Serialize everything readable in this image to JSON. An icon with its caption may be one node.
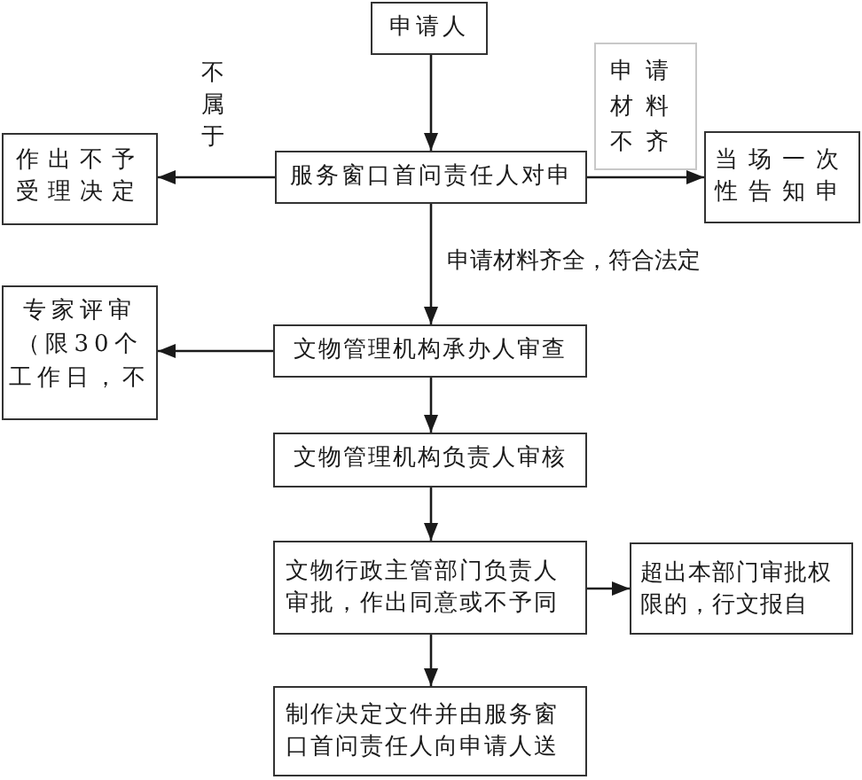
{
  "diagram": {
    "nodes": [
      {
        "text": [
          "申请人"
        ]
      },
      {
        "text": [
          "服务窗口首问责任人对申"
        ]
      },
      {
        "text": [
          "作出不予受理决定"
        ]
      },
      {
        "text": [
          "当场一次性告知申"
        ]
      },
      {
        "text": [
          "文物管理机构承办人审查"
        ]
      },
      {
        "text": [
          "专家评审（限30个工作日，不"
        ]
      },
      {
        "text": [
          "文物管理机构负责人审核"
        ]
      },
      {
        "text": [
          "文物行政主管部门负责人审批，作出同意或不予同"
        ]
      },
      {
        "text": [
          "超出本部门审批权限的，行文报自"
        ]
      },
      {
        "text": [
          "制作决定文件并由服务窗口首问责任人向申请人送"
        ]
      }
    ],
    "edges": [
      {
        "from": 0,
        "to": 1,
        "arrow": "to"
      },
      {
        "from": 1,
        "to": 2,
        "arrow": "to",
        "label": "不属于"
      },
      {
        "from": 1,
        "to": 3,
        "arrow": "to",
        "label": "申请材料不齐"
      },
      {
        "from": 1,
        "to": 4,
        "arrow": "to",
        "label": "申请材料齐全，符合法定"
      },
      {
        "from": 4,
        "to": 5,
        "arrow": "to"
      },
      {
        "from": 4,
        "to": 6,
        "arrow": "to"
      },
      {
        "from": 6,
        "to": 7,
        "arrow": "to"
      },
      {
        "from": 7,
        "to": 8,
        "arrow": "to"
      },
      {
        "from": 7,
        "to": 9,
        "arrow": "to"
      }
    ]
  }
}
